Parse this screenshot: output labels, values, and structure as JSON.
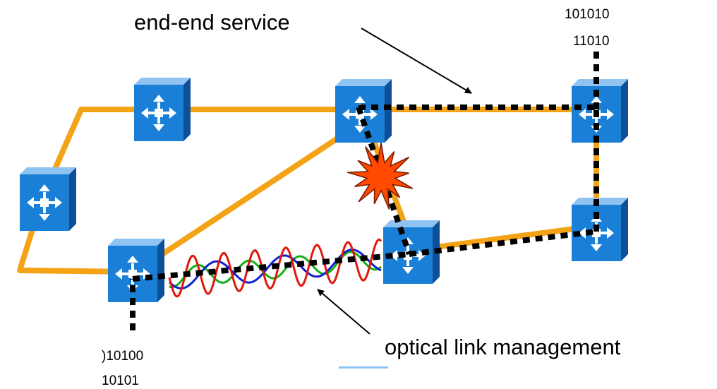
{
  "labels": {
    "service": "end-end service",
    "optical": "optical link management"
  },
  "bits": {
    "top": [
      "101010",
      "11010"
    ],
    "bottom": [
      ")10100",
      "10101"
    ]
  },
  "colors": {
    "fiber": "#f5a316",
    "path": "#000000",
    "node_front": "#1a7fd6",
    "node_top": "#8fc3f2",
    "node_side": "#0d4f99",
    "fault": "#ff4a00",
    "wave_red": "#e0180a",
    "wave_blue": "#1020d0",
    "wave_green": "#12b012"
  },
  "icons": {
    "node": "router-cross-arrows-icon",
    "fault": "explosion-star-icon"
  },
  "nodes": [
    {
      "id": "node-top-left"
    },
    {
      "id": "node-far-left"
    },
    {
      "id": "node-bottom-left"
    },
    {
      "id": "node-top-middle"
    },
    {
      "id": "node-bottom-middle"
    },
    {
      "id": "node-top-right"
    },
    {
      "id": "node-bottom-right"
    }
  ]
}
